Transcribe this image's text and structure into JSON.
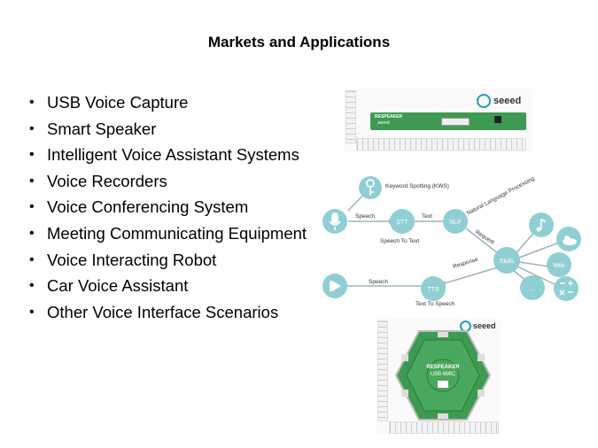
{
  "title": "Markets and Applications",
  "bullets": [
    "USB Voice Capture",
    "Smart Speaker",
    "Intelligent Voice Assistant Systems",
    "Voice Recorders",
    "Voice Conferencing System",
    "Meeting Communicating Equipment",
    "Voice Interacting Robot",
    "Car Voice Assistant",
    "Other Voice Interface Scenarios"
  ],
  "board1": {
    "brand": "seeed",
    "label1": "RESPEAKER",
    "label2": "seeed"
  },
  "diagram": {
    "kws": "Keyword Spotting (KWS)",
    "speech_in": "Speech",
    "stt": "STT",
    "text": "Text",
    "nlp": "NLP",
    "nlp_full": "Natural Language Processing",
    "speech_to_text": "Speech To Text",
    "request": "Request",
    "skills": "Skills",
    "wiki": "Wiki",
    "ellipsis": "...",
    "response": "Response",
    "tts": "TTS",
    "speech_out": "Speech",
    "text_to_speech": "Text To Speech"
  },
  "board2": {
    "brand": "seeed",
    "label1": "RESPEAKER",
    "label2": "USB 6MIC"
  },
  "colors": {
    "node": "#8fcfd3",
    "line": "#9fb3b8",
    "pcb": "#3e9a52"
  }
}
